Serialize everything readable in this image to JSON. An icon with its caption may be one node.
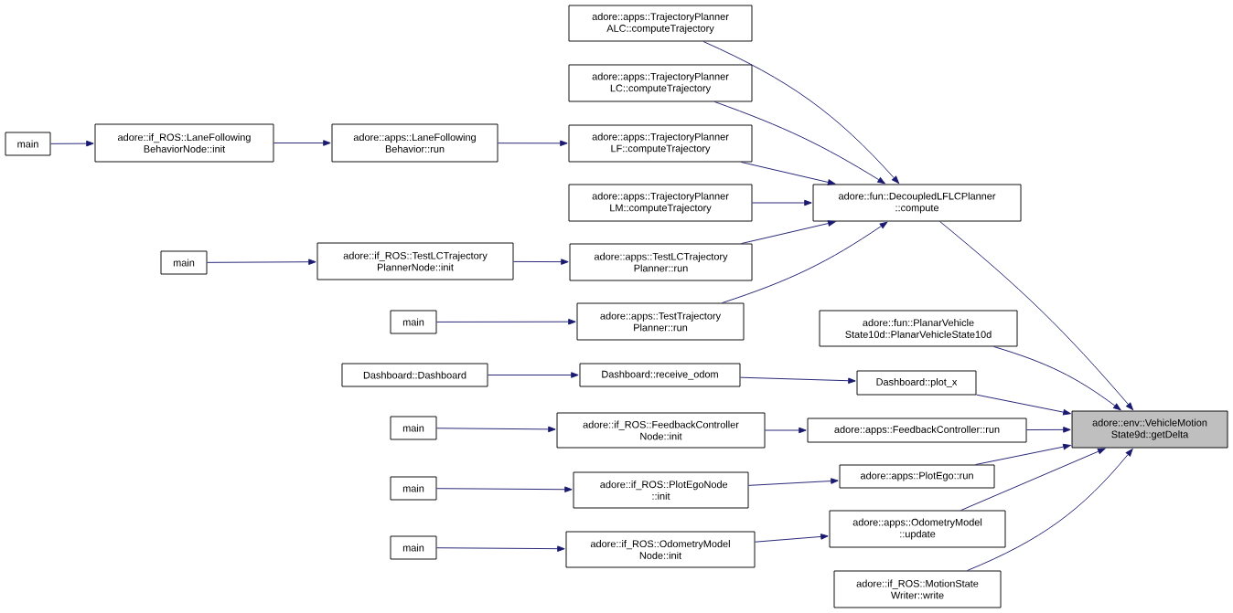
{
  "diagram": {
    "nodes": [
      {
        "text": [
          "main"
        ]
      },
      {
        "text": [
          "adore::if_ROS::LaneFollowing BehaviorNode::init"
        ]
      },
      {
        "text": [
          "adore::apps::LaneFollowing Behavior::run"
        ]
      },
      {
        "text": [
          "adore::apps::TrajectoryPlanner ALC::computeTrajectory"
        ]
      },
      {
        "text": [
          "adore::apps::TrajectoryPlanner LC::computeTrajectory"
        ]
      },
      {
        "text": [
          "adore::apps::TrajectoryPlanner LF::computeTrajectory"
        ]
      },
      {
        "text": [
          "adore::apps::TrajectoryPlanner LM::computeTrajectory"
        ]
      },
      {
        "text": [
          "adore::fun::DecoupledLFLCPlanner ::compute"
        ]
      },
      {
        "text": [
          "main"
        ]
      },
      {
        "text": [
          "adore::if_ROS::TestLCTrajectory PlannerNode::init"
        ]
      },
      {
        "text": [
          "adore::apps::TestLCTrajectory Planner::run"
        ]
      },
      {
        "text": [
          "main"
        ]
      },
      {
        "text": [
          "adore::apps::TestTrajectory Planner::run"
        ]
      },
      {
        "text": [
          "adore::fun::PlanarVehicle State10d::PlanarVehicleState10d"
        ]
      },
      {
        "text": [
          "Dashboard::Dashboard"
        ]
      },
      {
        "text": [
          "Dashboard::receive_odom"
        ]
      },
      {
        "text": [
          "Dashboard::plot_x"
        ]
      },
      {
        "text": [
          "main"
        ]
      },
      {
        "text": [
          "adore::if_ROS::FeedbackController Node::init"
        ]
      },
      {
        "text": [
          "adore::apps::FeedbackController::run"
        ]
      },
      {
        "text": [
          "adore::env::VehicleMotion State9d::getDelta"
        ]
      },
      {
        "text": [
          "main"
        ]
      },
      {
        "text": [
          "adore::if_ROS::PlotEgoNode ::init"
        ]
      },
      {
        "text": [
          "adore::apps::PlotEgo::run"
        ]
      },
      {
        "text": [
          "main"
        ]
      },
      {
        "text": [
          "adore::if_ROS::OdometryModel Node::init"
        ]
      },
      {
        "text": [
          "adore::apps::OdometryModel ::update"
        ]
      },
      {
        "text": [
          "adore::if_ROS::MotionState Writer::write"
        ]
      }
    ],
    "edges": [
      {
        "from": 0,
        "to": 1,
        "arrow": "to"
      },
      {
        "from": 1,
        "to": 2,
        "arrow": "to"
      },
      {
        "from": 2,
        "to": 5,
        "arrow": "to"
      },
      {
        "from": 3,
        "to": 7,
        "arrow": "to"
      },
      {
        "from": 4,
        "to": 7,
        "arrow": "to"
      },
      {
        "from": 5,
        "to": 7,
        "arrow": "to"
      },
      {
        "from": 6,
        "to": 7,
        "arrow": "to"
      },
      {
        "from": 10,
        "to": 7,
        "arrow": "to"
      },
      {
        "from": 12,
        "to": 7,
        "arrow": "to"
      },
      {
        "from": 8,
        "to": 9,
        "arrow": "to"
      },
      {
        "from": 9,
        "to": 10,
        "arrow": "to"
      },
      {
        "from": 11,
        "to": 12,
        "arrow": "to"
      },
      {
        "from": 7,
        "to": 20,
        "arrow": "to"
      },
      {
        "from": 13,
        "to": 20,
        "arrow": "to"
      },
      {
        "from": 14,
        "to": 15,
        "arrow": "to"
      },
      {
        "from": 15,
        "to": 16,
        "arrow": "to"
      },
      {
        "from": 16,
        "to": 20,
        "arrow": "to"
      },
      {
        "from": 17,
        "to": 18,
        "arrow": "to"
      },
      {
        "from": 18,
        "to": 19,
        "arrow": "to"
      },
      {
        "from": 19,
        "to": 20,
        "arrow": "to"
      },
      {
        "from": 21,
        "to": 22,
        "arrow": "to"
      },
      {
        "from": 22,
        "to": 23,
        "arrow": "to"
      },
      {
        "from": 23,
        "to": 20,
        "arrow": "to"
      },
      {
        "from": 24,
        "to": 25,
        "arrow": "to"
      },
      {
        "from": 25,
        "to": 26,
        "arrow": "to"
      },
      {
        "from": 26,
        "to": 20,
        "arrow": "to"
      },
      {
        "from": 27,
        "to": 20,
        "arrow": "to"
      }
    ]
  }
}
